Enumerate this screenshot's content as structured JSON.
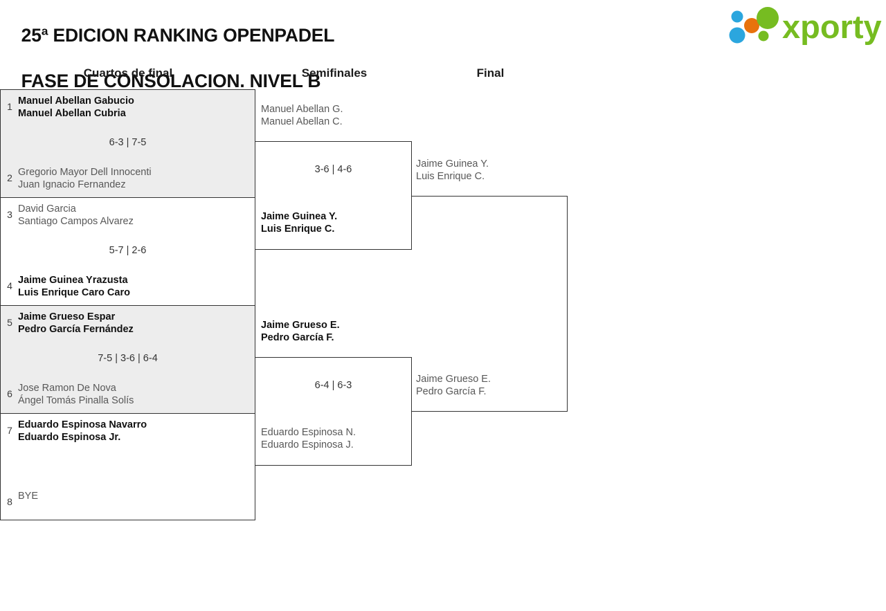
{
  "header": {
    "title_line1": "25ª EDICION RANKING OPENPADEL",
    "title_line2": "FASE DE CONSOLACION. NIVEL B",
    "logo": {
      "name": "xporty-logo",
      "wordmark": "xporty",
      "green": "#76bc21",
      "orange": "#e8720c",
      "blue": "#2ba6de"
    }
  },
  "rounds": {
    "quarterfinals_label": "Cuartos de final",
    "semifinals_label": "Semifinales",
    "final_label": "Final"
  },
  "quarterfinals": [
    {
      "shaded": true,
      "top": {
        "seed": "1",
        "player1": "Manuel Abellan Gabucio",
        "player2": "Manuel Abellan Cubria",
        "winner": true
      },
      "bottom": {
        "seed": "2",
        "player1": "Gregorio Mayor Dell Innocenti",
        "player2": "Juan Ignacio Fernandez",
        "winner": false
      },
      "score": "6-3 | 7-5"
    },
    {
      "shaded": false,
      "top": {
        "seed": "3",
        "player1": "David Garcia",
        "player2": "Santiago Campos Alvarez",
        "winner": false
      },
      "bottom": {
        "seed": "4",
        "player1": "Jaime Guinea Yrazusta",
        "player2": "Luis Enrique Caro Caro",
        "winner": true
      },
      "score": "5-7 | 2-6"
    },
    {
      "shaded": true,
      "top": {
        "seed": "5",
        "player1": "Jaime Grueso Espar",
        "player2": "Pedro García Fernández",
        "winner": true
      },
      "bottom": {
        "seed": "6",
        "player1": "Jose Ramon De Nova",
        "player2": "Ángel Tomás Pinalla Solís",
        "winner": false
      },
      "score": "7-5 | 3-6 | 6-4"
    },
    {
      "shaded": false,
      "top": {
        "seed": "7",
        "player1": "Eduardo Espinosa Navarro",
        "player2": "Eduardo Espinosa Jr.",
        "winner": true
      },
      "bottom": {
        "seed": "8",
        "player1": "BYE",
        "player2": "",
        "winner": false
      },
      "score": ""
    }
  ],
  "semifinals": [
    {
      "top": {
        "player1": "Manuel Abellan G.",
        "player2": "Manuel Abellan C.",
        "winner": false
      },
      "bottom": {
        "player1": "Jaime Guinea Y.",
        "player2": "Luis Enrique C.",
        "winner": true
      },
      "score": "3-6 | 4-6"
    },
    {
      "top": {
        "player1": "Jaime Grueso E.",
        "player2": "Pedro García F.",
        "winner": true
      },
      "bottom": {
        "player1": "Eduardo Espinosa N.",
        "player2": "Eduardo Espinosa J.",
        "winner": false
      },
      "score": "6-4 | 6-3"
    }
  ],
  "final": {
    "top": {
      "player1": "Jaime Guinea Y.",
      "player2": "Luis Enrique C.",
      "winner": false
    },
    "bottom": {
      "player1": "Jaime Grueso E.",
      "player2": "Pedro García F.",
      "winner": false
    },
    "score": ""
  }
}
